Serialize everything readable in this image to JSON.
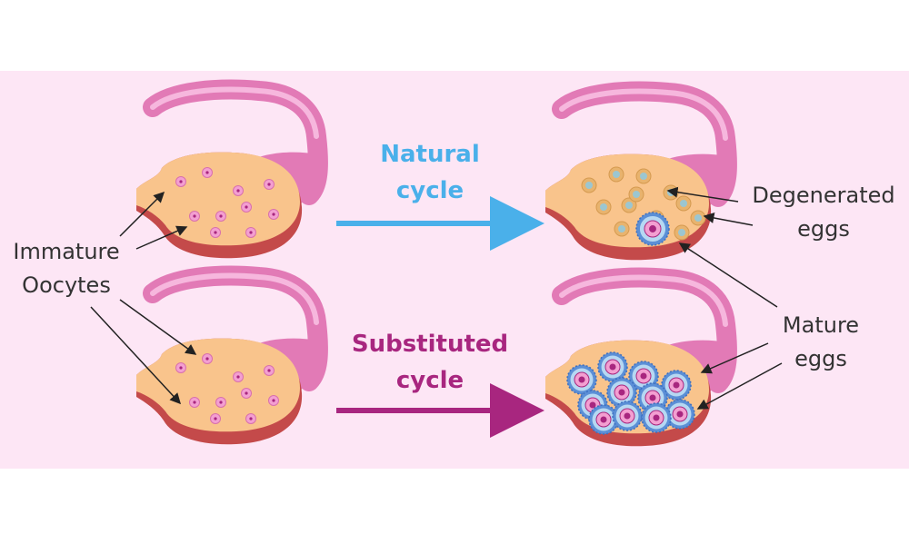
{
  "colors": {
    "background": "#fde6f5",
    "ovary_fill": "#f9c48c",
    "ovary_shadow": "#c44a4a",
    "tube": "#e27ab6",
    "natural": "#4ab0ea",
    "substituted": "#a8267f",
    "oocyte": "#f39fd1",
    "degenerated": "#9cc6d0"
  },
  "labels": {
    "immature_line1": "Immature",
    "immature_line2": "Oocytes",
    "degenerated_line1": "Degenerated",
    "degenerated_line2": "eggs",
    "mature_line1": "Mature",
    "mature_line2": "eggs"
  },
  "arrows": {
    "natural_line1": "Natural",
    "natural_line2": "cycle",
    "substituted_line1": "Substituted",
    "substituted_line2": "cycle"
  }
}
